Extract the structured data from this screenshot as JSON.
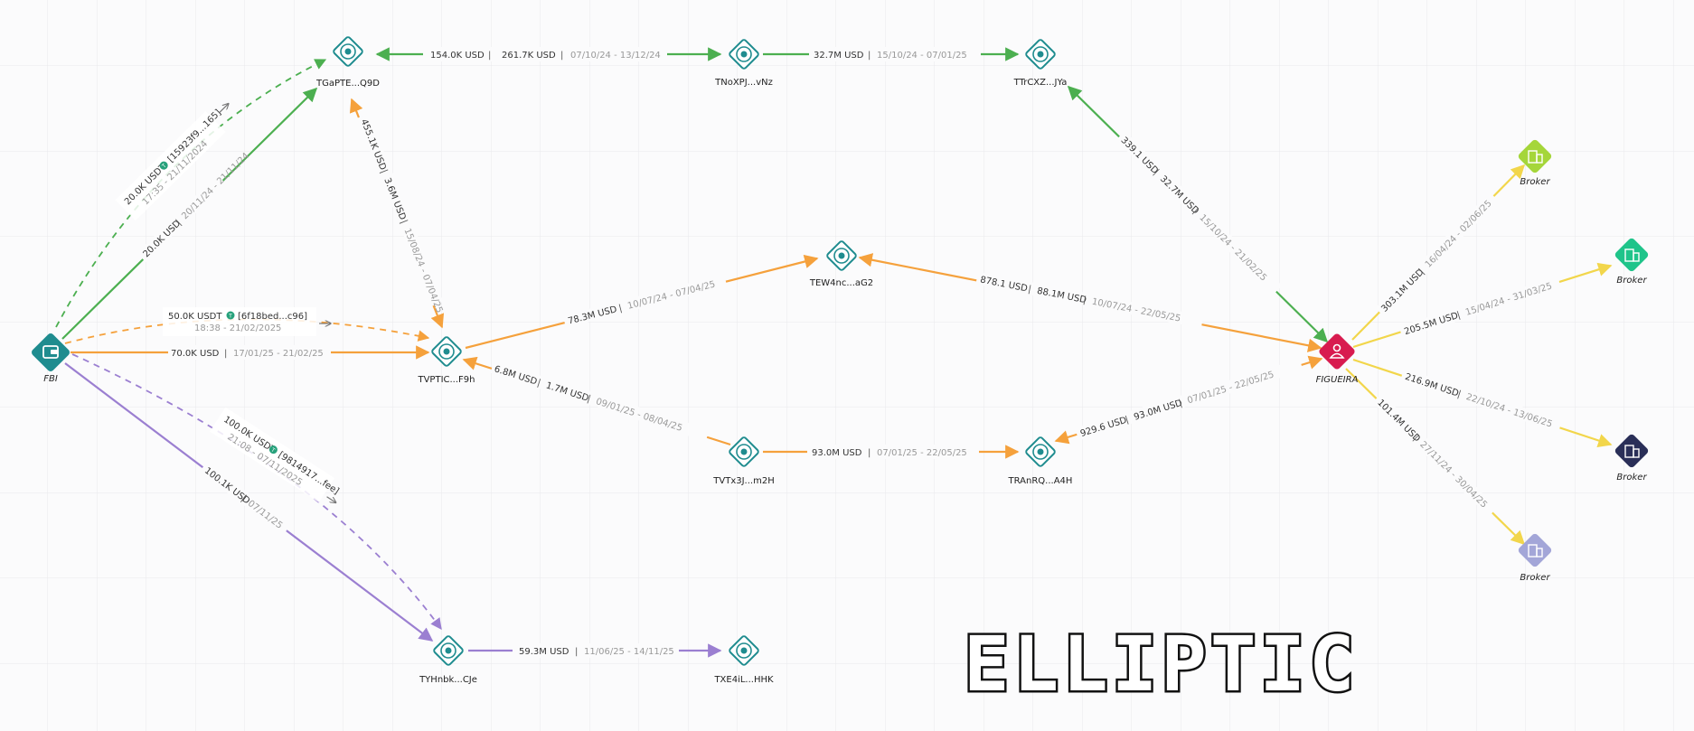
{
  "brand": {
    "logo_text": "ELLIPTIC"
  },
  "colors": {
    "green": "#4caf50",
    "orange": "#f5a13c",
    "purple": "#9b7fd1",
    "yellow": "#f2d64b",
    "teal": "#1f8c8f",
    "figueira": "#d81b4f",
    "broker1": "#a5d63a",
    "broker2": "#1fc48a",
    "broker3": "#2a2f58",
    "broker4": "#a3a6d8"
  },
  "nodes": {
    "fbi": "FBI",
    "tgapte": "TGaPTE...Q9D",
    "tnoxpj": "TNoXPJ...vNz",
    "ttrcxz": "TTrCXZ...JYa",
    "tew4nc": "TEW4nc...aG2",
    "tvptic": "TVPTIC...F9h",
    "tvtx3j": "TVTx3J...m2H",
    "tranrq": "TRAnRQ...A4H",
    "figueira": "FIGUEIRA",
    "tyhnbk": "TYHnbk...CJe",
    "txe4il": "TXE4iL...HHK",
    "broker1": "Broker",
    "broker2": "Broker",
    "broker3": "Broker",
    "broker4": "Broker"
  },
  "edges": {
    "e1": {
      "amount": "154.0K USD",
      "amount2": "261.7K USD",
      "dates": "07/10/24 - 13/12/24"
    },
    "e2": {
      "amount": "32.7M USD",
      "dates": "15/10/24 - 07/01/25"
    },
    "e3": {
      "amount": "20.0K USD",
      "dates": "20/11/24 - 21/11/24"
    },
    "e4": {
      "amount": "20.0K USDT",
      "tx": "[15923f9...165]",
      "time": "17:35 - 21/11/2024"
    },
    "e5": {
      "amount": "455.1K USD",
      "amount2": "3.6M USD",
      "dates": "15/08/24 - 07/04/25"
    },
    "e6": {
      "amount": "50.0K USDT",
      "tx": "[6f18bed...c96]",
      "time": "18:38 - 21/02/2025"
    },
    "e7": {
      "amount": "70.0K USD",
      "dates": "17/01/25 - 21/02/25"
    },
    "e8": {
      "amount": "78.3M USD",
      "dates": "10/07/24 - 07/04/25"
    },
    "e9": {
      "amount": "878.1 USD",
      "amount2": "88.1M USD",
      "dates": "10/07/24 - 22/05/25"
    },
    "e10": {
      "amount": "339.1 USD",
      "amount2": "32.7M USD",
      "dates": "15/10/24 - 21/02/25"
    },
    "e11": {
      "amount": "6.8M USD",
      "amount2": "1.7M USD",
      "dates": "09/01/25 - 08/04/25"
    },
    "e12": {
      "amount": "93.0M USD",
      "dates": "07/01/25 - 22/05/25"
    },
    "e13": {
      "amount": "929.6 USD",
      "amount2": "93.0M USD",
      "dates": "07/01/25 - 22/05/25"
    },
    "e14": {
      "amount": "100.0K USDT",
      "tx": "[9814917...fee]",
      "time": "21:08 - 07/11/2025"
    },
    "e15": {
      "amount": "100.1K USD",
      "dates": "07/11/25"
    },
    "e16": {
      "amount": "59.3M USD",
      "dates": "11/06/25 - 14/11/25"
    },
    "e17": {
      "amount": "303.1M USD",
      "dates": "16/04/24 - 02/06/25"
    },
    "e18": {
      "amount": "205.5M USD",
      "dates": "15/04/24 - 31/03/25"
    },
    "e19": {
      "amount": "216.9M USD",
      "dates": "22/10/24 - 13/06/25"
    },
    "e20": {
      "amount": "101.4M USD",
      "dates": "27/11/24 - 30/04/25"
    }
  }
}
